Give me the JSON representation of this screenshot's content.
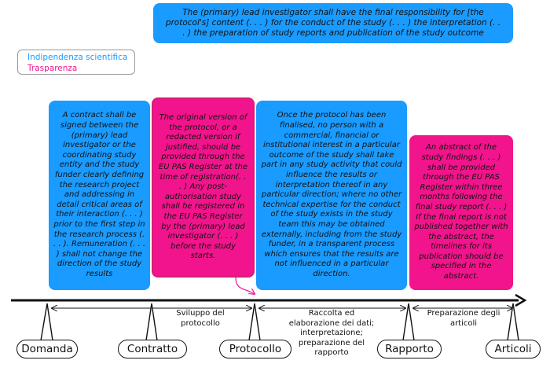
{
  "top_box": "The (primary) lead investigator shall have the final responsibility for [the protocol's] content (. . . ) for the conduct of the study (. . . ) the interpretation (. . . ) the preparation of study reports and publication of the study outcome",
  "legend": {
    "item1": "Indipendenza scientifica",
    "item2": "Trasparenza",
    "color1": "#1a9bff",
    "color2": "#f2148c"
  },
  "boxes": {
    "contract": "A contract shall be signed between the (primary) lead investigator or the coordinating study entity and the study funder clearly defining the research project and addressing in detail critical areas of their interaction (. . . ) prior to the first step in the research process (. . . ). Remuneration (. . . ) shall not change the direction of the study results",
    "register": "The original version of the protocol, or a redacted version if justified, should be provided through the EU PAS Register at the time of registration(. . . ) Any post-authorisation study shall be registered in the EU PAS Register by the (primary) lead investigator (. . . ) before the study starts.",
    "finalised": "Once the protocol has been finalised, no person with a commercial, financial or institutional interest in a particular outcome of the study shall take part in any study activity that could influence the results or interpretation thereof in any particular direction; where no other technical expertise for the conduct of the study exists in the study team this may be obtained externally, including from the study funder, in a transparent process which ensures that the results are not influenced in a particular direction.",
    "abstract": "An abstract of the study findings (. . . ) shall be provided through the EU PAS Register within three months following the final study report (. . . ) If the final report is not published together with the abstract, the timelines for its publication should be specified in the abstract."
  },
  "phases": {
    "p1": "Sviluppo del protocollo",
    "p2": "Raccolta ed elaborazione dei dati; interpretazione; preparazione del rapporto",
    "p3": "Preparazione degli articoli"
  },
  "milestones": {
    "m1": "Domanda",
    "m2": "Contratto",
    "m3": "Protocollo",
    "m4": "Rapporto",
    "m5": "Articoli"
  }
}
